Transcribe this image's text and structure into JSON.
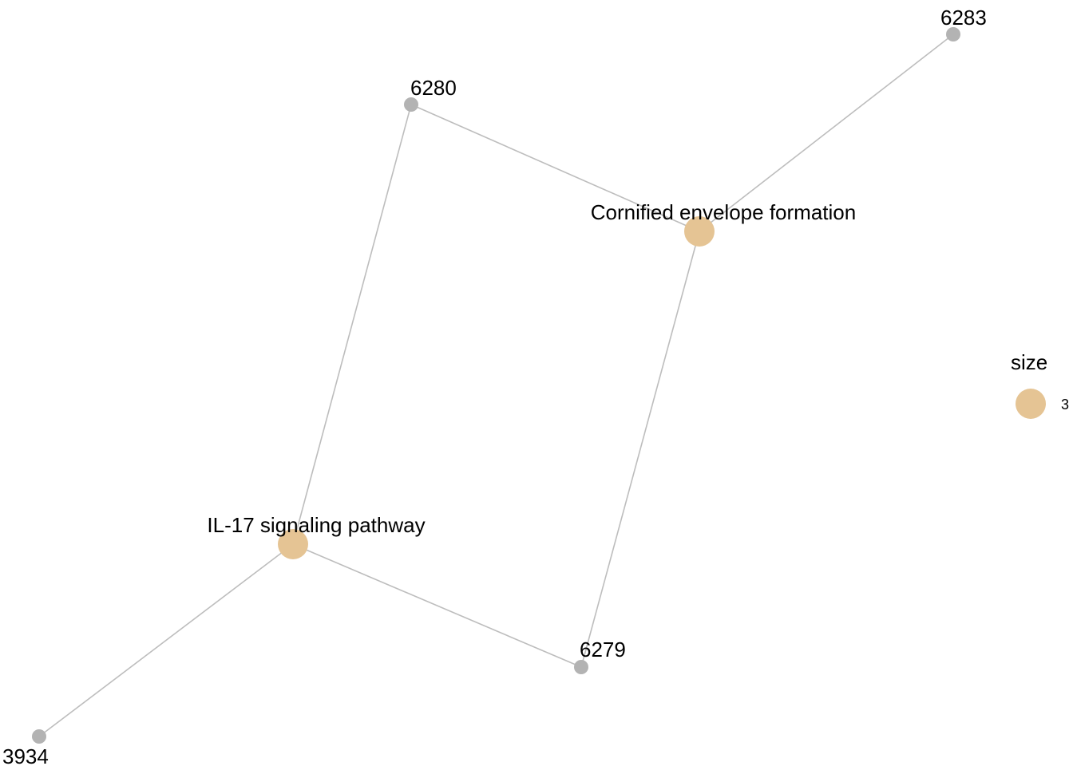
{
  "network": {
    "colors": {
      "edge": "#bdbdbd",
      "gene_node": "#b3b3b3",
      "category_node": "#e5c494",
      "text": "#000000"
    },
    "nodes": [
      {
        "id": "cornified",
        "label": "Cornified envelope formation",
        "kind": "category"
      },
      {
        "id": "il17",
        "label": "IL-17 signaling pathway",
        "kind": "category"
      },
      {
        "id": "g6283",
        "label": "6283",
        "kind": "gene"
      },
      {
        "id": "g6280",
        "label": "6280",
        "kind": "gene"
      },
      {
        "id": "g6279",
        "label": "6279",
        "kind": "gene"
      },
      {
        "id": "g3934",
        "label": "3934",
        "kind": "gene"
      }
    ],
    "edges": [
      [
        "cornified",
        "g6283"
      ],
      [
        "cornified",
        "g6280"
      ],
      [
        "cornified",
        "g6279"
      ],
      [
        "il17",
        "g6280"
      ],
      [
        "il17",
        "g6279"
      ],
      [
        "il17",
        "g3934"
      ]
    ]
  },
  "legend": {
    "title": "size",
    "value_label": "3",
    "color": "#e5c494"
  }
}
